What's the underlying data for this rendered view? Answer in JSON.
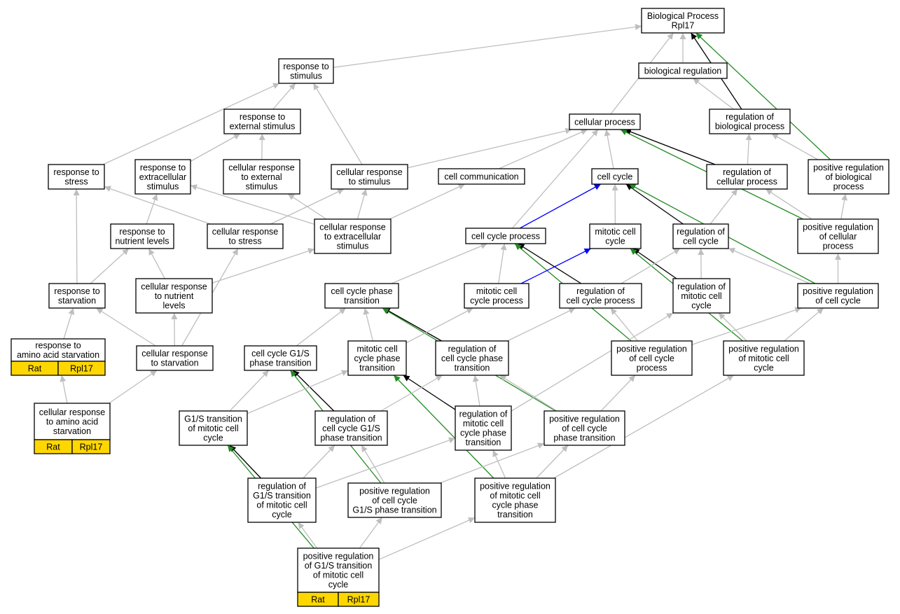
{
  "colors": {
    "is_a": "#bebebe",
    "regulates": "#000000",
    "part_of": "#0000ff",
    "positively_regulates": "#228b22",
    "annotation_fill": "#ffd700",
    "node_fill": "#ffffff"
  },
  "nodes": [
    {
      "id": "bp",
      "lines": [
        "Biological Process",
        "Rpl17"
      ]
    },
    {
      "id": "resp_stim",
      "lines": [
        "response to",
        "stimulus"
      ]
    },
    {
      "id": "bio_reg",
      "lines": [
        "biological regulation"
      ]
    },
    {
      "id": "resp_ext",
      "lines": [
        "response to",
        "external stimulus"
      ]
    },
    {
      "id": "cell_proc",
      "lines": [
        "cellular process"
      ]
    },
    {
      "id": "reg_bio",
      "lines": [
        "regulation of",
        "biological process"
      ]
    },
    {
      "id": "resp_stress",
      "lines": [
        "response to",
        "stress"
      ]
    },
    {
      "id": "resp_extra",
      "lines": [
        "response to",
        "extracellular",
        "stimulus"
      ]
    },
    {
      "id": "cr_ext",
      "lines": [
        "cellular response",
        "to external",
        "stimulus"
      ]
    },
    {
      "id": "cr_stim",
      "lines": [
        "cellular response",
        "to stimulus"
      ]
    },
    {
      "id": "cell_comm",
      "lines": [
        "cell communication"
      ]
    },
    {
      "id": "cell_cycle",
      "lines": [
        "cell cycle"
      ]
    },
    {
      "id": "reg_cell_proc",
      "lines": [
        "regulation of",
        "cellular process"
      ]
    },
    {
      "id": "pos_reg_bio",
      "lines": [
        "positive regulation",
        "of biological",
        "process"
      ]
    },
    {
      "id": "resp_nutr",
      "lines": [
        "response to",
        "nutrient levels"
      ]
    },
    {
      "id": "cr_stress",
      "lines": [
        "cellular response",
        "to stress"
      ]
    },
    {
      "id": "cr_extra",
      "lines": [
        "cellular response",
        "to extracellular",
        "stimulus"
      ]
    },
    {
      "id": "cc_proc",
      "lines": [
        "cell cycle process"
      ]
    },
    {
      "id": "mit_cc",
      "lines": [
        "mitotic cell",
        "cycle"
      ]
    },
    {
      "id": "reg_cc",
      "lines": [
        "regulation of",
        "cell cycle"
      ]
    },
    {
      "id": "pos_reg_cell_proc",
      "lines": [
        "positive regulation",
        "of cellular",
        "process"
      ]
    },
    {
      "id": "resp_starv",
      "lines": [
        "response to",
        "starvation"
      ]
    },
    {
      "id": "cr_nutr",
      "lines": [
        "cellular response",
        "to nutrient",
        "levels"
      ]
    },
    {
      "id": "ccp_trans",
      "lines": [
        "cell cycle phase",
        "transition"
      ]
    },
    {
      "id": "mit_ccp",
      "lines": [
        "mitotic cell",
        "cycle process"
      ]
    },
    {
      "id": "reg_ccp",
      "lines": [
        "regulation of",
        "cell cycle process"
      ]
    },
    {
      "id": "reg_mit_cc",
      "lines": [
        "regulation of",
        "mitotic cell",
        "cycle"
      ]
    },
    {
      "id": "pos_reg_cc",
      "lines": [
        "positive regulation",
        "of cell cycle"
      ]
    },
    {
      "id": "resp_aa_starv",
      "lines": [
        "response to",
        "amino acid starvation"
      ],
      "annotation": [
        "Rat",
        "Rpl17"
      ]
    },
    {
      "id": "cr_starv",
      "lines": [
        "cellular response",
        "to starvation"
      ]
    },
    {
      "id": "g1s_trans",
      "lines": [
        "cell cycle G1/S",
        "phase transition"
      ]
    },
    {
      "id": "mit_ccp_trans",
      "lines": [
        "mitotic cell",
        "cycle phase",
        "transition"
      ]
    },
    {
      "id": "reg_ccp_trans",
      "lines": [
        "regulation of",
        "cell cycle phase",
        "transition"
      ]
    },
    {
      "id": "pos_reg_ccp",
      "lines": [
        "positive regulation",
        "of cell cycle",
        "process"
      ]
    },
    {
      "id": "pos_reg_mit_cc",
      "lines": [
        "positive regulation",
        "of mitotic cell",
        "cycle"
      ]
    },
    {
      "id": "cr_aa_starv",
      "lines": [
        "cellular response",
        "to amino acid",
        "starvation"
      ],
      "annotation": [
        "Rat",
        "Rpl17"
      ]
    },
    {
      "id": "g1s_mit",
      "lines": [
        "G1/S transition",
        "of mitotic cell",
        "cycle"
      ]
    },
    {
      "id": "reg_g1s_trans",
      "lines": [
        "regulation of",
        "cell cycle G1/S",
        "phase transition"
      ]
    },
    {
      "id": "reg_mit_ccp_trans",
      "lines": [
        "regulation of",
        "mitotic cell",
        "cycle phase",
        "transition"
      ]
    },
    {
      "id": "pos_reg_ccp_trans",
      "lines": [
        "positive regulation",
        "of cell cycle",
        "phase transition"
      ]
    },
    {
      "id": "reg_g1s_mit",
      "lines": [
        "regulation of",
        "G1/S transition",
        "of mitotic cell",
        "cycle"
      ]
    },
    {
      "id": "pos_reg_g1s",
      "lines": [
        "positive regulation",
        "of cell cycle",
        "G1/S phase transition"
      ]
    },
    {
      "id": "pos_reg_mit_ccp_trans",
      "lines": [
        "positive regulation",
        "of mitotic cell",
        "cycle phase",
        "transition"
      ]
    },
    {
      "id": "pos_reg_g1s_mit",
      "lines": [
        "positive regulation",
        "of G1/S transition",
        "of mitotic cell",
        "cycle"
      ],
      "annotation": [
        "Rat",
        "Rpl17"
      ]
    }
  ],
  "edges": [
    {
      "from": "resp_stim",
      "to": "bp",
      "type": "is_a"
    },
    {
      "from": "bio_reg",
      "to": "bp",
      "type": "is_a"
    },
    {
      "from": "cell_proc",
      "to": "bp",
      "type": "is_a"
    },
    {
      "from": "reg_bio",
      "to": "bp",
      "type": "regulates"
    },
    {
      "from": "pos_reg_bio",
      "to": "bp",
      "type": "positively_regulates"
    },
    {
      "from": "resp_ext",
      "to": "resp_stim",
      "type": "is_a"
    },
    {
      "from": "resp_stress",
      "to": "resp_stim",
      "type": "is_a"
    },
    {
      "from": "cr_stim",
      "to": "resp_stim",
      "type": "is_a"
    },
    {
      "from": "reg_bio",
      "to": "bio_reg",
      "type": "is_a"
    },
    {
      "from": "resp_extra",
      "to": "resp_ext",
      "type": "is_a"
    },
    {
      "from": "cr_ext",
      "to": "resp_ext",
      "type": "is_a"
    },
    {
      "from": "cr_stim",
      "to": "cell_proc",
      "type": "is_a"
    },
    {
      "from": "cell_comm",
      "to": "cell_proc",
      "type": "is_a"
    },
    {
      "from": "cell_cycle",
      "to": "cell_proc",
      "type": "is_a"
    },
    {
      "from": "cc_proc",
      "to": "cell_proc",
      "type": "is_a"
    },
    {
      "from": "reg_cell_proc",
      "to": "cell_proc",
      "type": "regulates"
    },
    {
      "from": "pos_reg_cell_proc",
      "to": "cell_proc",
      "type": "positively_regulates"
    },
    {
      "from": "reg_cell_proc",
      "to": "reg_bio",
      "type": "is_a"
    },
    {
      "from": "pos_reg_bio",
      "to": "reg_bio",
      "type": "is_a"
    },
    {
      "from": "resp_starv",
      "to": "resp_stress",
      "type": "is_a"
    },
    {
      "from": "cr_stress",
      "to": "resp_stress",
      "type": "is_a"
    },
    {
      "from": "resp_nutr",
      "to": "resp_extra",
      "type": "is_a"
    },
    {
      "from": "cr_extra",
      "to": "resp_extra",
      "type": "is_a"
    },
    {
      "from": "cr_extra",
      "to": "cr_ext",
      "type": "is_a"
    },
    {
      "from": "cr_stress",
      "to": "cr_stim",
      "type": "is_a"
    },
    {
      "from": "cr_extra",
      "to": "cr_stim",
      "type": "is_a"
    },
    {
      "from": "cr_extra",
      "to": "cell_comm",
      "type": "is_a"
    },
    {
      "from": "mit_cc",
      "to": "cell_cycle",
      "type": "is_a"
    },
    {
      "from": "cc_proc",
      "to": "cell_cycle",
      "type": "part_of"
    },
    {
      "from": "reg_cc",
      "to": "cell_cycle",
      "type": "regulates"
    },
    {
      "from": "pos_reg_cc",
      "to": "cell_cycle",
      "type": "positively_regulates"
    },
    {
      "from": "reg_cc",
      "to": "reg_cell_proc",
      "type": "is_a"
    },
    {
      "from": "pos_reg_cell_proc",
      "to": "reg_cell_proc",
      "type": "is_a"
    },
    {
      "from": "pos_reg_cell_proc",
      "to": "pos_reg_bio",
      "type": "is_a"
    },
    {
      "from": "resp_starv",
      "to": "resp_nutr",
      "type": "is_a"
    },
    {
      "from": "cr_nutr",
      "to": "resp_nutr",
      "type": "is_a"
    },
    {
      "from": "cr_starv",
      "to": "cr_stress",
      "type": "is_a"
    },
    {
      "from": "cr_nutr",
      "to": "cr_extra",
      "type": "is_a"
    },
    {
      "from": "ccp_trans",
      "to": "cc_proc",
      "type": "is_a"
    },
    {
      "from": "mit_ccp",
      "to": "cc_proc",
      "type": "is_a"
    },
    {
      "from": "reg_ccp",
      "to": "cc_proc",
      "type": "regulates"
    },
    {
      "from": "pos_reg_ccp",
      "to": "cc_proc",
      "type": "positively_regulates"
    },
    {
      "from": "mit_ccp",
      "to": "mit_cc",
      "type": "part_of"
    },
    {
      "from": "reg_mit_cc",
      "to": "mit_cc",
      "type": "regulates"
    },
    {
      "from": "pos_reg_mit_cc",
      "to": "mit_cc",
      "type": "positively_regulates"
    },
    {
      "from": "reg_ccp",
      "to": "reg_cc",
      "type": "is_a"
    },
    {
      "from": "reg_mit_cc",
      "to": "reg_cc",
      "type": "is_a"
    },
    {
      "from": "pos_reg_cc",
      "to": "reg_cc",
      "type": "is_a"
    },
    {
      "from": "pos_reg_cc",
      "to": "pos_reg_cell_proc",
      "type": "is_a"
    },
    {
      "from": "resp_aa_starv",
      "to": "resp_starv",
      "type": "is_a"
    },
    {
      "from": "cr_starv",
      "to": "resp_starv",
      "type": "is_a"
    },
    {
      "from": "cr_starv",
      "to": "cr_nutr",
      "type": "is_a"
    },
    {
      "from": "g1s_trans",
      "to": "ccp_trans",
      "type": "is_a"
    },
    {
      "from": "mit_ccp_trans",
      "to": "ccp_trans",
      "type": "is_a"
    },
    {
      "from": "reg_ccp_trans",
      "to": "ccp_trans",
      "type": "regulates"
    },
    {
      "from": "pos_reg_ccp_trans",
      "to": "ccp_trans",
      "type": "positively_regulates"
    },
    {
      "from": "mit_ccp_trans",
      "to": "mit_ccp",
      "type": "is_a"
    },
    {
      "from": "reg_ccp_trans",
      "to": "reg_ccp",
      "type": "is_a"
    },
    {
      "from": "pos_reg_ccp",
      "to": "reg_ccp",
      "type": "is_a"
    },
    {
      "from": "reg_mit_ccp_trans",
      "to": "reg_mit_cc",
      "type": "is_a"
    },
    {
      "from": "pos_reg_mit_cc",
      "to": "reg_mit_cc",
      "type": "is_a"
    },
    {
      "from": "pos_reg_ccp",
      "to": "pos_reg_cc",
      "type": "is_a"
    },
    {
      "from": "pos_reg_mit_cc",
      "to": "pos_reg_cc",
      "type": "is_a"
    },
    {
      "from": "cr_aa_starv",
      "to": "resp_aa_starv",
      "type": "is_a"
    },
    {
      "from": "cr_aa_starv",
      "to": "cr_starv",
      "type": "is_a"
    },
    {
      "from": "g1s_mit",
      "to": "g1s_trans",
      "type": "is_a"
    },
    {
      "from": "reg_g1s_trans",
      "to": "g1s_trans",
      "type": "regulates"
    },
    {
      "from": "pos_reg_g1s",
      "to": "g1s_trans",
      "type": "positively_regulates"
    },
    {
      "from": "g1s_mit",
      "to": "mit_ccp_trans",
      "type": "is_a"
    },
    {
      "from": "reg_mit_ccp_trans",
      "to": "mit_ccp_trans",
      "type": "regulates"
    },
    {
      "from": "pos_reg_mit_ccp_trans",
      "to": "mit_ccp_trans",
      "type": "positively_regulates"
    },
    {
      "from": "reg_g1s_trans",
      "to": "reg_ccp_trans",
      "type": "is_a"
    },
    {
      "from": "reg_mit_ccp_trans",
      "to": "reg_ccp_trans",
      "type": "is_a"
    },
    {
      "from": "pos_reg_ccp_trans",
      "to": "reg_ccp_trans",
      "type": "is_a"
    },
    {
      "from": "pos_reg_ccp_trans",
      "to": "pos_reg_ccp",
      "type": "is_a"
    },
    {
      "from": "pos_reg_mit_ccp_trans",
      "to": "pos_reg_mit_cc",
      "type": "is_a"
    },
    {
      "from": "reg_g1s_mit",
      "to": "g1s_mit",
      "type": "regulates"
    },
    {
      "from": "pos_reg_g1s_mit",
      "to": "g1s_mit",
      "type": "positively_regulates"
    },
    {
      "from": "reg_g1s_mit",
      "to": "reg_g1s_trans",
      "type": "is_a"
    },
    {
      "from": "pos_reg_g1s",
      "to": "reg_g1s_trans",
      "type": "is_a"
    },
    {
      "from": "reg_g1s_mit",
      "to": "reg_mit_ccp_trans",
      "type": "is_a"
    },
    {
      "from": "pos_reg_mit_ccp_trans",
      "to": "reg_mit_ccp_trans",
      "type": "is_a"
    },
    {
      "from": "pos_reg_g1s",
      "to": "pos_reg_ccp_trans",
      "type": "is_a"
    },
    {
      "from": "pos_reg_mit_ccp_trans",
      "to": "pos_reg_ccp_trans",
      "type": "is_a"
    },
    {
      "from": "pos_reg_g1s_mit",
      "to": "reg_g1s_mit",
      "type": "is_a"
    },
    {
      "from": "pos_reg_g1s_mit",
      "to": "pos_reg_g1s",
      "type": "is_a"
    },
    {
      "from": "pos_reg_g1s_mit",
      "to": "pos_reg_mit_ccp_trans",
      "type": "is_a"
    }
  ]
}
